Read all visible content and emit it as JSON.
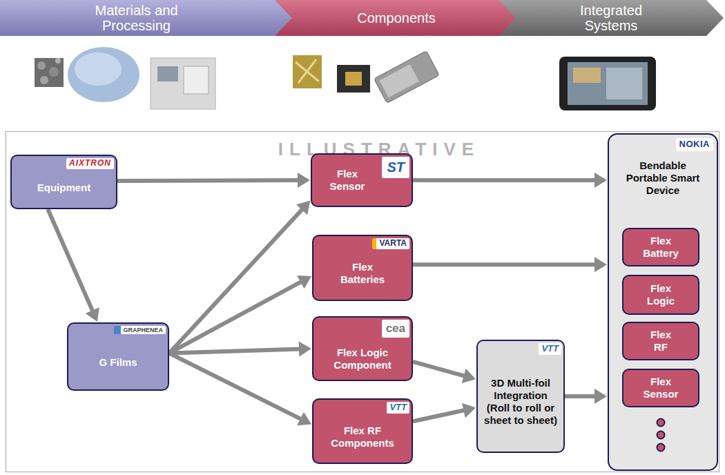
{
  "diagram": {
    "nodes": [
      {
        "text": [
          "Materials and Processing"
        ]
      },
      {
        "text": [
          "Components"
        ]
      },
      {
        "text": [
          "Integrated Systems"
        ]
      },
      {
        "text": [
          "ILLUSTRATIVE"
        ]
      },
      {
        "text": [
          "AIXTRON",
          "Equipment"
        ],
        "in": 3
      },
      {
        "text": [
          "ST",
          "Flex Sensor"
        ],
        "in": 3
      },
      {
        "text": [
          "VARTA",
          "Flex Batteries"
        ],
        "in": 3
      },
      {
        "text": [
          "GRAPHENEA",
          "G Films"
        ],
        "in": 3
      },
      {
        "text": [
          "cea",
          "Flex Logic Component"
        ],
        "in": 3
      },
      {
        "text": [
          "VTT",
          "Flex RF Components"
        ],
        "in": 3
      },
      {
        "text": [
          "VTT",
          "3D Multi-foil Integration (Roll to roll or sheet to sheet)"
        ],
        "in": 3
      },
      {
        "text": [
          "NOKIA",
          "Bendable Portable Smart Device"
        ],
        "in": 3
      },
      {
        "text": [
          "Flex Battery"
        ],
        "in": 11
      },
      {
        "text": [
          "Flex Logic"
        ],
        "in": 11
      },
      {
        "text": [
          "Flex RF"
        ],
        "in": 11
      },
      {
        "text": [
          "Flex Sensor"
        ],
        "in": 11
      }
    ],
    "edges": [
      {
        "from": 4,
        "to": 5,
        "arrow": "to"
      },
      {
        "from": 4,
        "to": 7,
        "arrow": "to"
      },
      {
        "from": 7,
        "to": 5,
        "arrow": "to"
      },
      {
        "from": 7,
        "to": 6,
        "arrow": "to"
      },
      {
        "from": 7,
        "to": 8,
        "arrow": "to"
      },
      {
        "from": 7,
        "to": 9,
        "arrow": "to"
      },
      {
        "from": 5,
        "to": 11,
        "arrow": "to"
      },
      {
        "from": 6,
        "to": 11,
        "arrow": "to"
      },
      {
        "from": 8,
        "to": 10,
        "arrow": "to"
      },
      {
        "from": 9,
        "to": 10,
        "arrow": "to"
      },
      {
        "from": 10,
        "to": 11,
        "arrow": "to"
      }
    ]
  }
}
